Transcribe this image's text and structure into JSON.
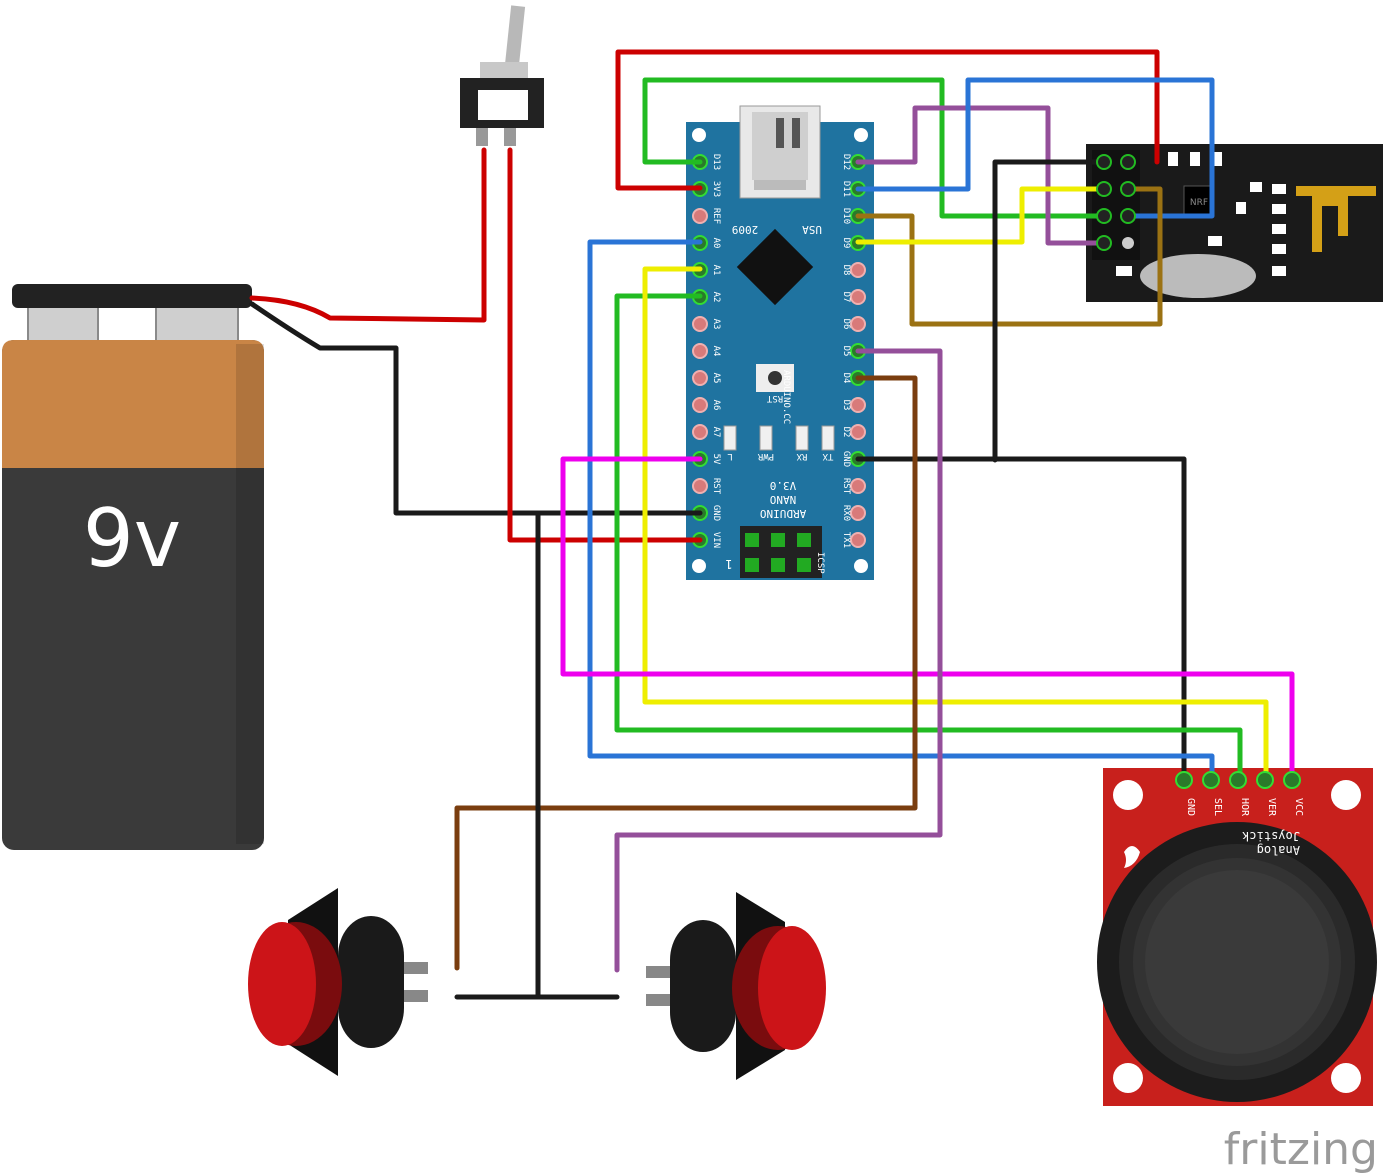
{
  "battery": {
    "label": "9v"
  },
  "nano": {
    "left_pins": [
      "D13",
      "3V3",
      "REF",
      "A0",
      "A1",
      "A2",
      "A3",
      "A4",
      "A5",
      "A6",
      "A7",
      "5V",
      "RST",
      "GND",
      "VIN"
    ],
    "right_pins": [
      "D12",
      "D11",
      "D10",
      "D9",
      "D8",
      "D7",
      "D6",
      "D5",
      "D4",
      "D3",
      "D2",
      "GND",
      "RST",
      "RX0",
      "TX1"
    ],
    "top_left_text": "2009",
    "top_right_text": "USA",
    "rst_label": "RST",
    "brand": "ARDUINO.CC",
    "led_labels": [
      "L",
      "PWR",
      "RX",
      "TX"
    ],
    "version_lines": [
      "V3.0",
      "NANO",
      "ARDUINO"
    ],
    "icsp_label": "ICSP",
    "icsp_pin1": "1"
  },
  "joystick": {
    "pins": [
      "GND",
      "SEL",
      "HOR",
      "VER",
      "VCC"
    ],
    "title_lines": [
      "Analog",
      "Joystick"
    ]
  },
  "nrf": {
    "chip_label": "NRF"
  },
  "watermark": "fritzing",
  "colors": {
    "red": "#cc0000",
    "black": "#1a1a1a",
    "green": "#22bb22",
    "blue": "#2a74d6",
    "yellow": "#eeee00",
    "magenta": "#ee00ee",
    "purple": "#944f9a",
    "brown": "#7a3d0f",
    "olive": "#9b7213",
    "nano_board": "#1f73a0",
    "joystick_board": "#c8201c",
    "button_red": "#cc1418"
  }
}
